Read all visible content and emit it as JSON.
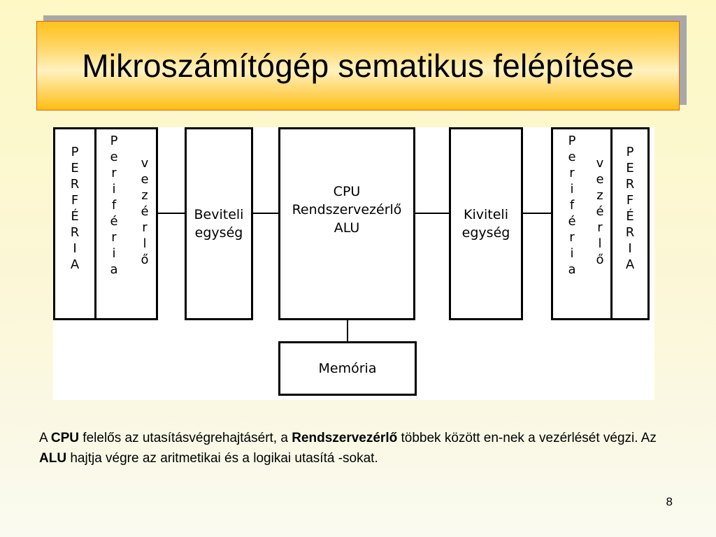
{
  "title": "Mikroszámítógép sematikus felépítése",
  "diagram": {
    "left_periferia": [
      "P",
      "E",
      "R",
      "F",
      "É",
      "R",
      "I",
      "A"
    ],
    "left_periferia_word": [
      "P",
      "e",
      "r",
      "i",
      "f",
      "é",
      "r",
      "i",
      "a"
    ],
    "left_vezerlo_word": [
      "v",
      "e",
      "z",
      "é",
      "r",
      "l",
      "ő"
    ],
    "beviteli": [
      "Beviteli",
      "egység"
    ],
    "cpu": [
      "CPU",
      "Rendszervezérlő",
      "ALU"
    ],
    "kiviteli": [
      "Kiviteli",
      "egység"
    ],
    "right_periferia_word": [
      "P",
      "e",
      "r",
      "i",
      "f",
      "é",
      "r",
      "i",
      "a"
    ],
    "right_vezerlo_word": [
      "v",
      "e",
      "z",
      "é",
      "r",
      "l",
      "ő"
    ],
    "right_periferia": [
      "P",
      "E",
      "R",
      "F",
      "É",
      "R",
      "I",
      "A"
    ],
    "memoria": "Memória"
  },
  "description": {
    "p1": "A ",
    "cpu": "CPU",
    "p2": " felelős az utasításvégrehajtásért, a ",
    "rendszervezerlo": "Rendszervezérlő",
    "p3": " többek között en-nek a vezérlését végzi. Az ",
    "alu": "ALU",
    "p4": " hajtja végre az aritmetikai és a logikai utasítá -sokat."
  },
  "page_number": "8"
}
